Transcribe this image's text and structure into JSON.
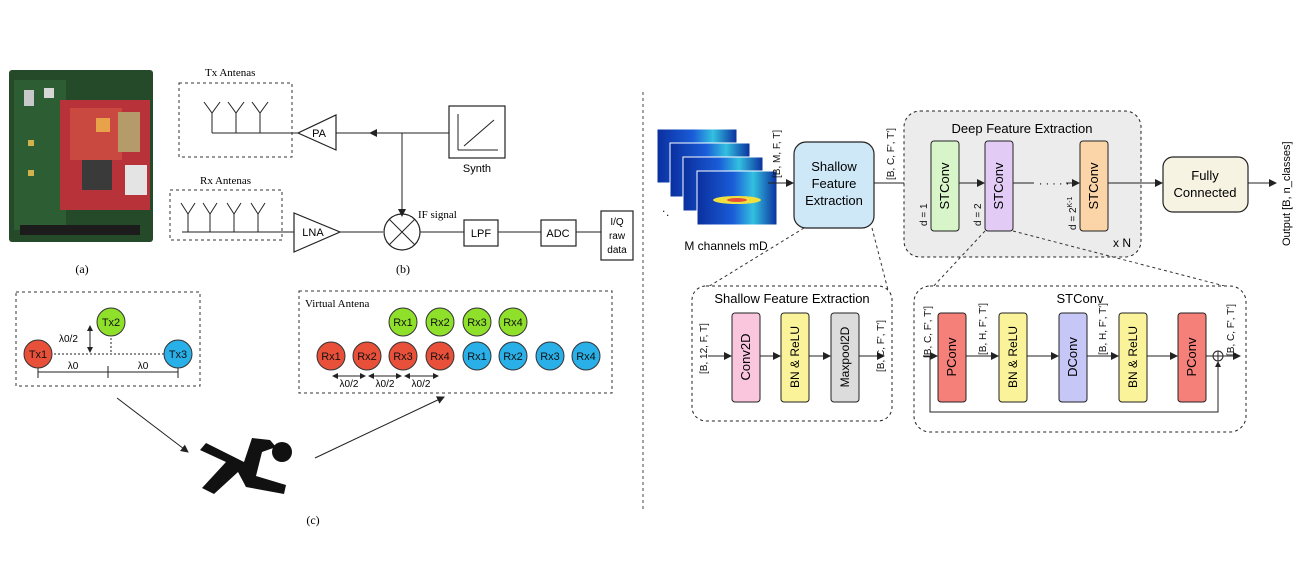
{
  "left_panel": {
    "caption_a": "(a)",
    "caption_b": "(b)",
    "caption_c": "(c)",
    "tx_antennas": "Tx Antenas",
    "rx_antennas": "Rx Antenas",
    "pa": "PA",
    "lna": "LNA",
    "synth": "Synth",
    "if_signal": "IF signal",
    "lpf": "LPF",
    "adc": "ADC",
    "iq_line1": "I/Q",
    "iq_line2": "raw",
    "iq_line3": "data",
    "tx1": "Tx1",
    "tx2": "Tx2",
    "tx3": "Tx3",
    "lambda_half": "λ0/2",
    "lambda": "λ0",
    "virtual_antenna": "Virtual Antena",
    "rx1": "Rx1",
    "rx2": "Rx2",
    "rx3": "Rx3",
    "rx4": "Rx4"
  },
  "right_panel": {
    "input_label": "M channels mD",
    "input_shape": "[B, M, F, T]",
    "shallow_line1": "Shallow",
    "shallow_line2": "Feature",
    "shallow_line3": "Extraction",
    "after_shallow_shape": "[B, C, F', T']",
    "deep_title": "Deep Feature Extraction",
    "stconv": "STConv",
    "d1": "d = 1",
    "d2": "d = 2",
    "dk_base": "d = 2",
    "dk_exp": "K-1",
    "dots": "· · · · ·",
    "xn": "x N",
    "fc_line1": "Fully",
    "fc_line2": "Connected",
    "output_shape": "Output [B, n_classes]",
    "sfe_title": "Shallow Feature Extraction",
    "sfe_in": "[B, 12, F, T]",
    "conv2d": "Conv2D",
    "bn_relu": "BN & ReLU",
    "maxpool": "Maxpool2D",
    "sfe_out": "[B, C, F', T']",
    "st_title": "STConv",
    "st_in": "[B, C, F', T']",
    "pconv": "PConv",
    "st_s1": "[B, H, F', T']",
    "dconv": "DConv",
    "st_s2": "[B, H, F', T']",
    "st_out": "[B, C, F', T']"
  },
  "colors": {
    "red_antenna": "#e8503a",
    "green_antenna": "#8ee02a",
    "blue_antenna": "#2ab0e8",
    "shallow_box": "#cfe8f8",
    "deep_bg": "#ececec",
    "stconv_green": "#d7f5c8",
    "stconv_purple": "#e2ccf5",
    "stconv_orange": "#fbd5a8",
    "fc_box": "#f7f3e3",
    "conv2d": "#f9c6dd",
    "bn_relu": "#faf39a",
    "maxpool": "#dcdcdc",
    "pconv": "#f5807a",
    "dconv": "#c6c6f7"
  }
}
